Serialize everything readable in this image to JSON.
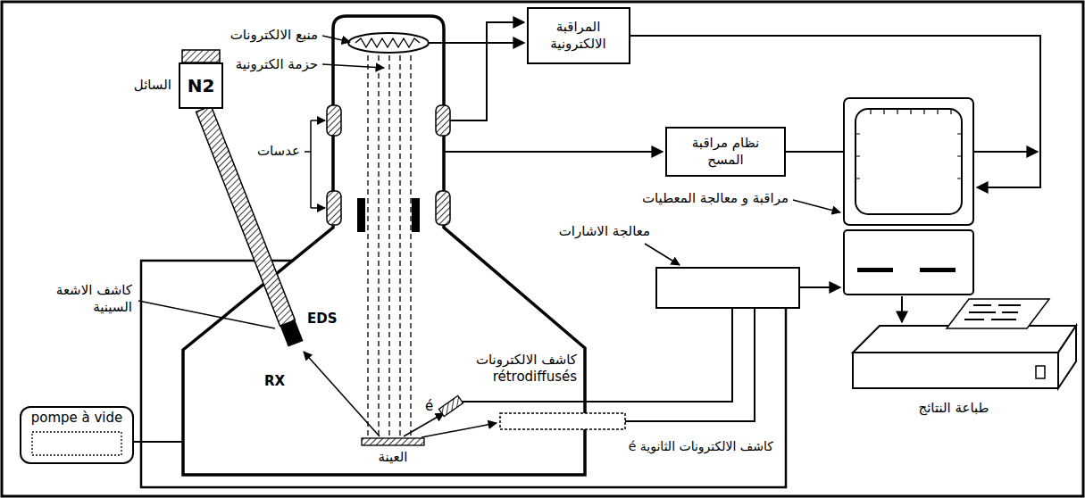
{
  "diagram": {
    "nodes": [
      {
        "text": [
          "المراقبة الالكترونية"
        ]
      },
      {
        "text": [
          "N2"
        ]
      },
      {
        "text": [
          "نظام مراقبة المسح"
        ]
      },
      {
        "text": [
          "pompe à vide"
        ]
      }
    ],
    "labels": [
      "منبع الالكترونات",
      "حزمة الكترونية",
      "عدسات",
      "السائل",
      "كاشف الاشعة السينية",
      "EDS",
      "RX",
      "العينة",
      "كاشف الالكترونات rétrodiffusés",
      "é",
      "كاشف الالكترونات الثانوية é",
      "مراقبة و معالجة المعطيات",
      "معالجة الاشارات",
      "طباعة النتائج"
    ]
  }
}
